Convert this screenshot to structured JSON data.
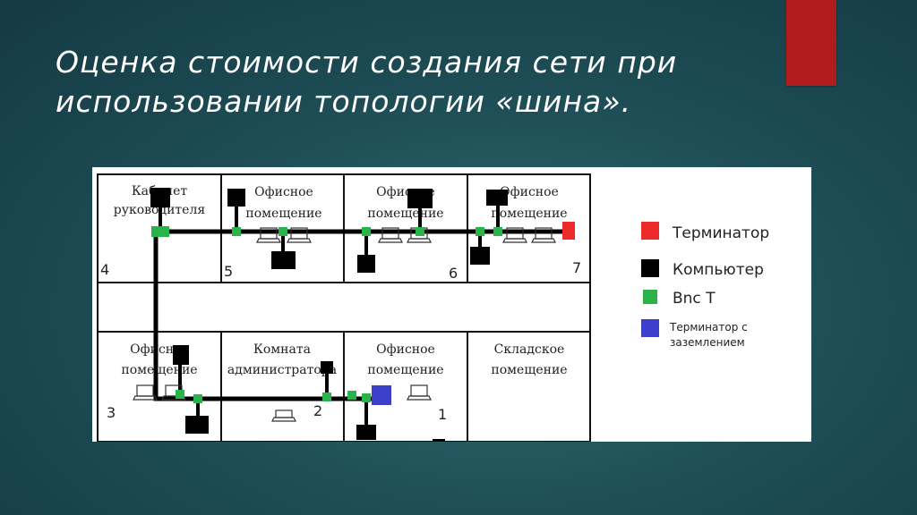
{
  "title": {
    "line1": "Оценка стоимости создания сети при",
    "line2": "использовании топологии «шина»."
  },
  "colors": {
    "terminator": "#ee2b2b",
    "computer": "#000000",
    "bnc_t": "#29b34a",
    "grounded_terminator": "#3b3fc9",
    "accent": "#b01c1c"
  },
  "rooms": [
    {
      "id": "room4",
      "lines": [
        "Кабинет",
        "руководителя"
      ],
      "number": "4"
    },
    {
      "id": "room5",
      "lines": [
        "Офисное",
        "помещение"
      ],
      "number": "5"
    },
    {
      "id": "room6",
      "lines": [
        "Офисное",
        "помещение"
      ],
      "number": "6"
    },
    {
      "id": "room7",
      "lines": [
        "Офисное",
        "помещение"
      ],
      "number": "7"
    },
    {
      "id": "room3",
      "lines": [
        "Офисное",
        "помещение"
      ],
      "number": "3"
    },
    {
      "id": "room2",
      "lines": [
        "Комната",
        "администратора"
      ],
      "number": "2"
    },
    {
      "id": "room1",
      "lines": [
        "Офисное",
        "помещение"
      ],
      "number": "1"
    },
    {
      "id": "room8",
      "lines": [
        "Складское",
        "помещение"
      ],
      "number": ""
    }
  ],
  "legend": [
    {
      "label": "Терминатор",
      "color_key": "terminator"
    },
    {
      "label": "Компьютер",
      "color_key": "computer"
    },
    {
      "label": "Bnc T",
      "color_key": "bnc_t"
    },
    {
      "label": "Терминатор с заземлением",
      "lines": [
        "Терминатор с",
        "заземлением"
      ],
      "color_key": "grounded_terminator"
    }
  ]
}
